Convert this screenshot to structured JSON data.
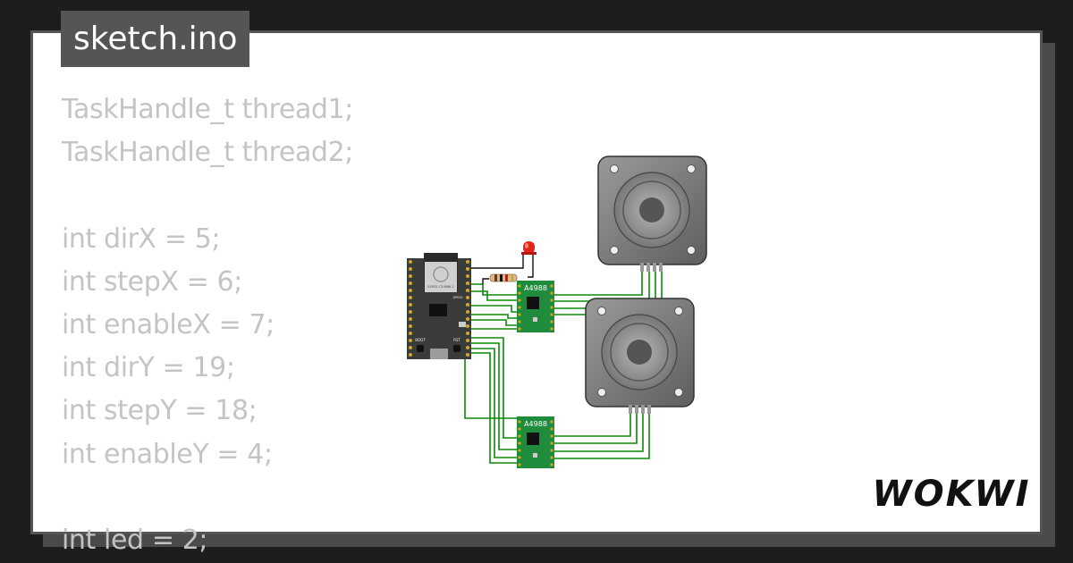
{
  "tab": {
    "filename": "sketch.ino"
  },
  "code": {
    "lines": [
      "TaskHandle_t thread1;",
      "TaskHandle_t thread2;",
      "",
      "int dirX = 5;",
      "int stepX = 6;",
      "int enableX = 7;",
      "int dirY = 19;",
      "int stepY = 18;",
      "int enableY = 4;",
      "",
      "int led = 2;"
    ]
  },
  "components": {
    "driver_top_label": "A4988",
    "driver_bottom_label": "A4988",
    "mcu_pin_label": "GPIO0",
    "boot_label": "BOOT",
    "rst_label": "RST",
    "module_label": "ESP32-C3-MINI-1"
  },
  "brand": {
    "name": "WOKWI"
  },
  "colors": {
    "background": "#1d1d1d",
    "card": "#ffffff",
    "tab": "#555555",
    "code_text": "#c4c4c4",
    "wire_green": "#0a8a0a",
    "pcb_green": "#1e8c3c",
    "led_red": "#e8231a"
  }
}
